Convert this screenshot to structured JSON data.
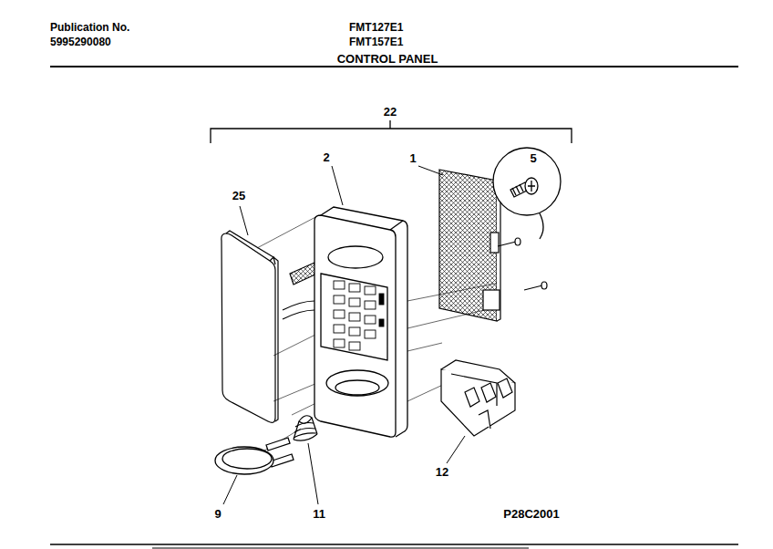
{
  "diagram": {
    "title": "CONTROL PANEL",
    "labels": [
      "Publication No.",
      "5995290080",
      "FMT127E1",
      "FMT157E1",
      "22",
      "2",
      "1",
      "5",
      "25",
      "9",
      "11",
      "12",
      "P28C2001"
    ]
  }
}
